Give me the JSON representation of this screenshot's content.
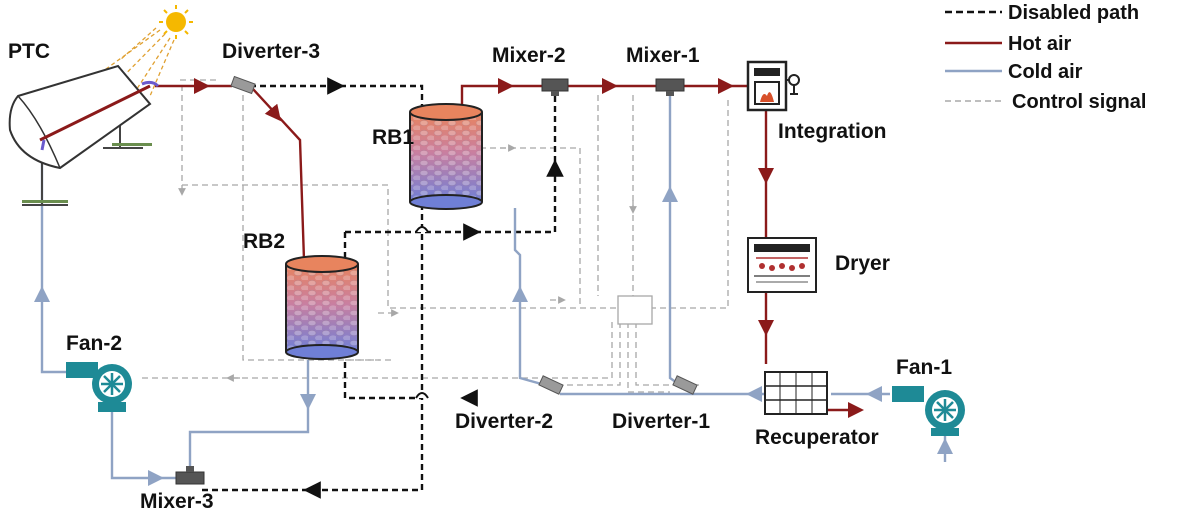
{
  "colors": {
    "hot_air": "#8B1A1A",
    "cold_air": "#8FA3C4",
    "disabled": "#111111",
    "control": "#A8A8A8",
    "fan": "#1E8A96",
    "sun": "#F5B800"
  },
  "legend": {
    "disabled_path": "Disabled path",
    "hot_air": "Hot air",
    "cold_air": "Cold air",
    "control_signal": "Control signal"
  },
  "components": {
    "ptc": "PTC",
    "diverter_3": "Diverter-3",
    "mixer_2": "Mixer-2",
    "mixer_1": "Mixer-1",
    "integration": "Integration",
    "rb1": "RB1",
    "rb2": "RB2",
    "dryer": "Dryer",
    "fan_2": "Fan-2",
    "fan_1": "Fan-1",
    "recuperator": "Recuperator",
    "diverter_2": "Diverter-2",
    "diverter_1": "Diverter-1",
    "mixer_3": "Mixer-3"
  }
}
